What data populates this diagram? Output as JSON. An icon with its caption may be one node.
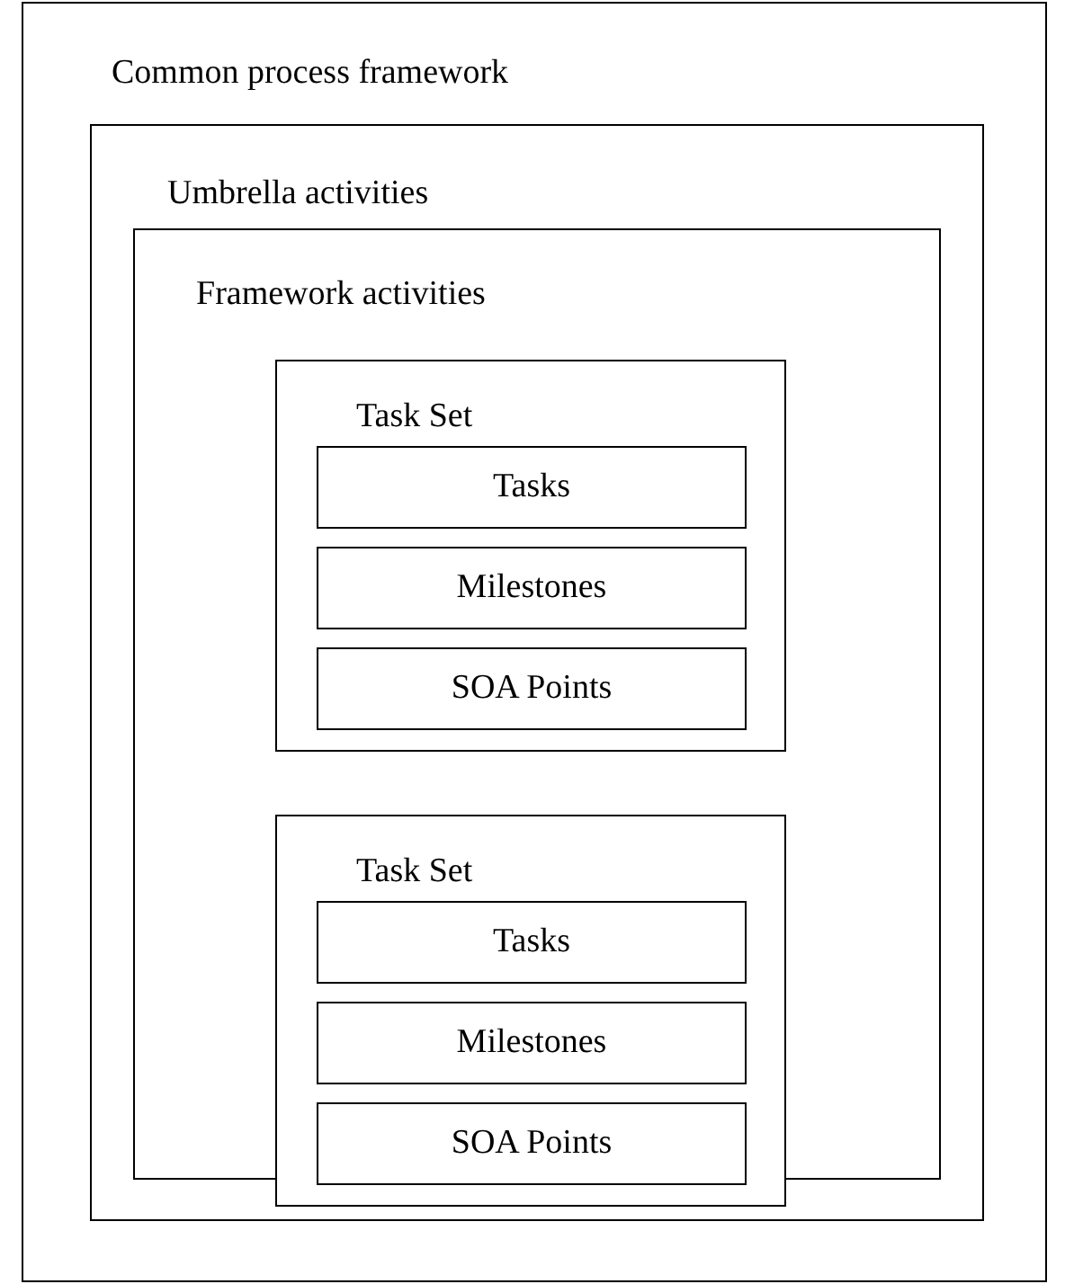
{
  "diagram": {
    "nodes": [
      {
        "text": [
          "Common process framework"
        ]
      },
      {
        "text": [
          "Umbrella activities"
        ],
        "in": 0
      },
      {
        "text": [
          "Framework activities"
        ],
        "in": 1
      },
      {
        "text": [
          "Task Set"
        ],
        "in": 2
      },
      {
        "text": [
          "Tasks"
        ],
        "in": 3
      },
      {
        "text": [
          "Milestones"
        ],
        "in": 3
      },
      {
        "text": [
          "SOA Points"
        ],
        "in": 3
      },
      {
        "text": [
          "Task Set"
        ],
        "in": 2
      },
      {
        "text": [
          "Tasks"
        ],
        "in": 7
      },
      {
        "text": [
          "Milestones"
        ],
        "in": 7
      },
      {
        "text": [
          "SOA Points"
        ],
        "in": 7
      }
    ]
  }
}
